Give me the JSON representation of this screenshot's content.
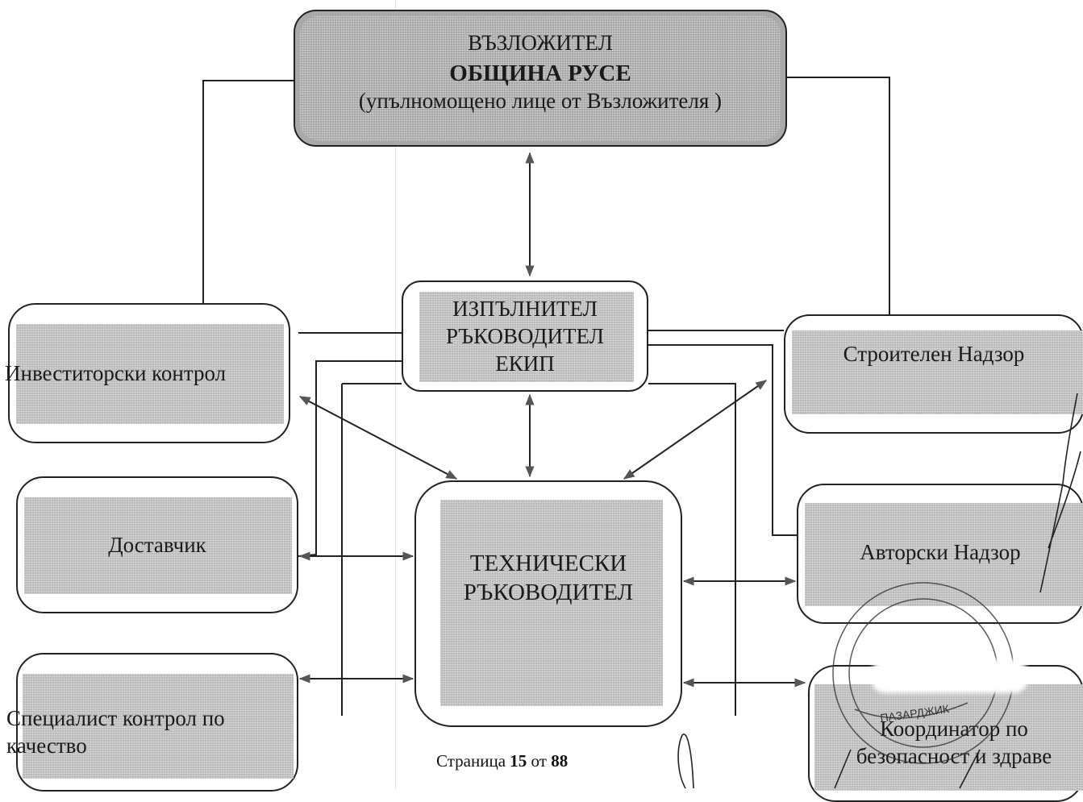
{
  "employer": {
    "line1": "ВЪЗЛОЖИТЕЛ",
    "line2": "ОБЩИНА РУСЕ",
    "line3": "(упълномощено лице от Възложителя )"
  },
  "contractor": {
    "line1": "ИЗПЪЛНИТЕЛ",
    "line2": "РЪКОВОДИТЕЛ",
    "line3": "ЕКИП"
  },
  "technical_manager": {
    "line1": "ТЕХНИЧЕСКИ",
    "line2": "РЪКОВОДИТЕЛ"
  },
  "left_boxes": {
    "investor_control": "Инвеститорски контрол",
    "supplier": "Доставчик",
    "quality_specialist_line1": "Специалист контрол по",
    "quality_specialist_line2": "качество"
  },
  "right_boxes": {
    "construction_supervision": "Строителен Надзор",
    "author_supervision": "Авторски  Надзор",
    "coordinator_line1": "Координатор по",
    "coordinator_line2": "безопасност и здраве"
  },
  "footer": {
    "prefix": "Страница",
    "page": "15",
    "middle": "от",
    "total": "88"
  },
  "stamp": {
    "text": "ПАЗАРДЖИК"
  },
  "colors": {
    "box_fill": "#b9b9b9",
    "line": "#222222"
  }
}
